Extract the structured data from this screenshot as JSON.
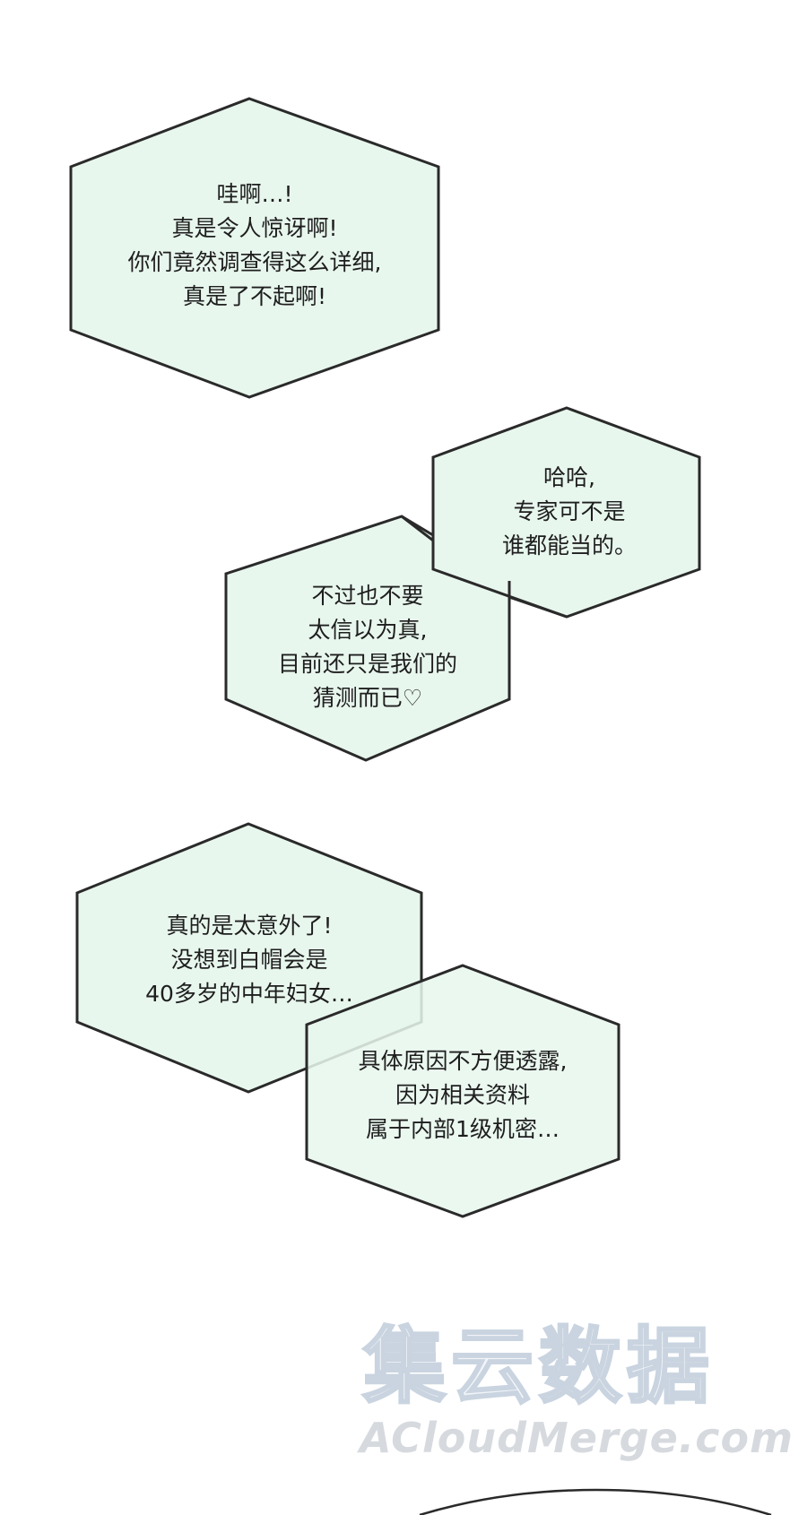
{
  "panel": {
    "bubbles": [
      {
        "id": "bubble-1",
        "lines": [
          "哇啊…!",
          "真是令人惊讶啊!",
          "你们竟然调查得这么详细,",
          "真是了不起啊!"
        ]
      },
      {
        "id": "bubble-2",
        "lines": [
          "哈哈,",
          "专家可不是",
          "谁都能当的。"
        ]
      },
      {
        "id": "bubble-3",
        "lines": [
          "不过也不要",
          "太信以为真,",
          "目前还只是我们的",
          "猜测而已♡"
        ]
      },
      {
        "id": "bubble-4",
        "lines": [
          "真的是太意外了!",
          "没想到白帽会是",
          "40多岁的中年妇女…"
        ]
      },
      {
        "id": "bubble-5",
        "lines": [
          "具体原因不方便透露,",
          "因为相关资料",
          "属于内部1级机密…"
        ]
      }
    ],
    "bubble_fill_color": "#e8f7ee",
    "outline_color": "#2a2a2a"
  },
  "watermark": {
    "chinese": "集云数据",
    "english": "ACloudMerge.com"
  }
}
